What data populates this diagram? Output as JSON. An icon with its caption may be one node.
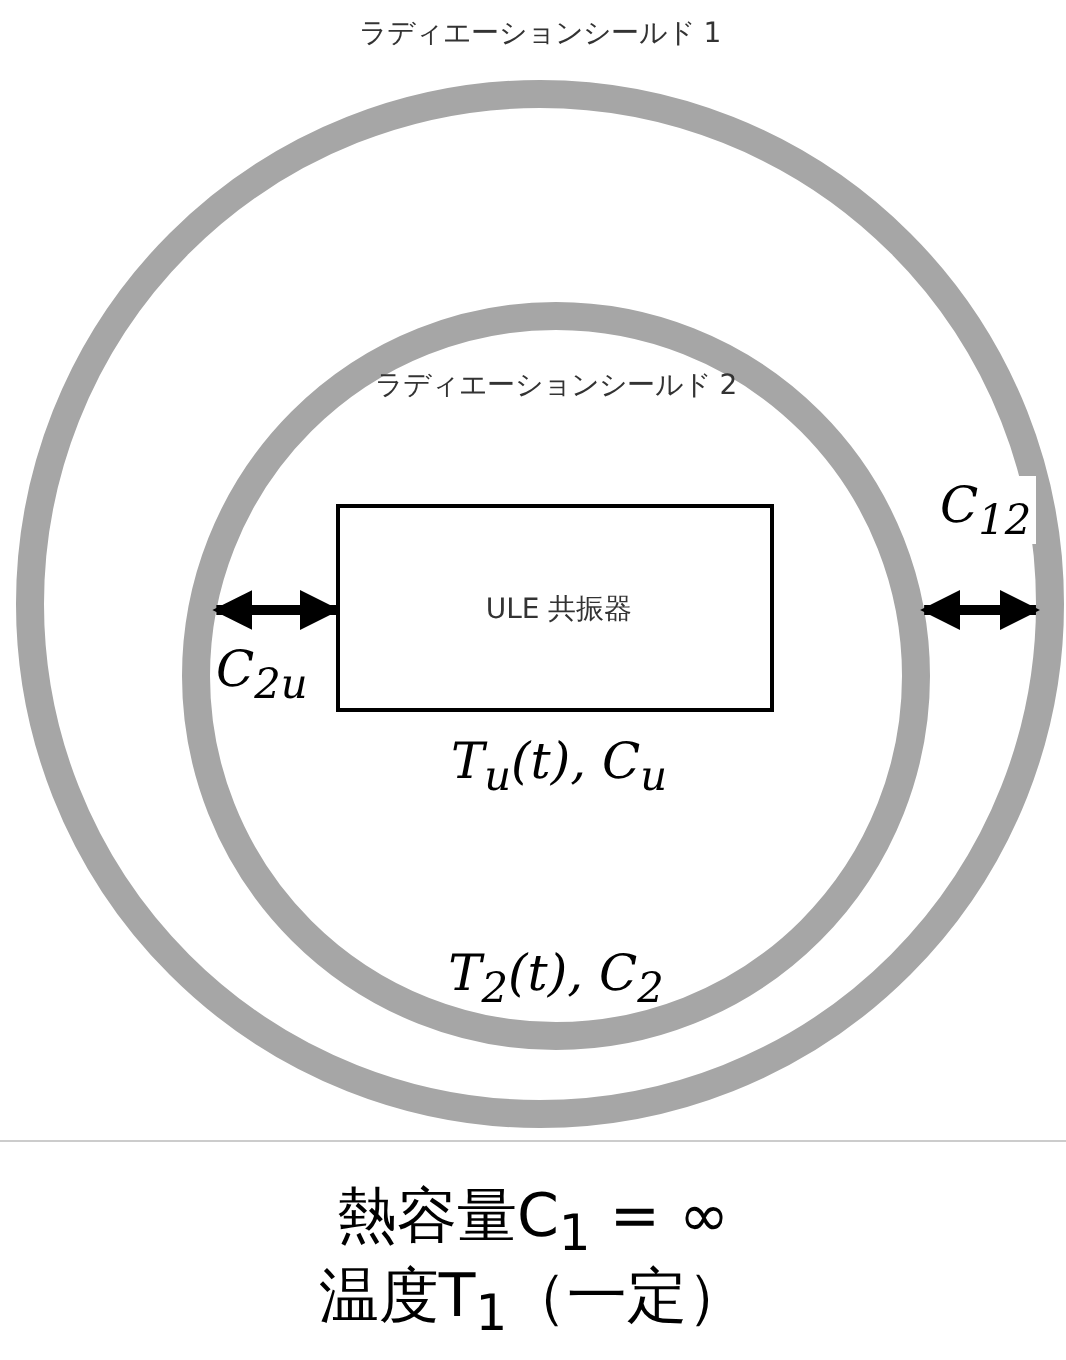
{
  "diagram": {
    "nodes": [
      {
        "text": [
          "ラディエーションシールド 1"
        ]
      },
      {
        "text": [
          "ラディエーションシールド 2",
          "T$_{2}$(t), C$_{2}$"
        ],
        "in": 0
      },
      {
        "text": [
          "ULE 共振器"
        ],
        "in": 1,
        "beside": [
          "T$_{u}$(t), C$_{u}$"
        ]
      }
    ],
    "edges": [
      {
        "from": 1,
        "to": 2,
        "arrow": "both",
        "label": "C$_{2u}$"
      },
      {
        "from": 1,
        "to": 0,
        "arrow": "both",
        "label": "C$_{12}$"
      }
    ],
    "labels": [
      "熱容量C$_{1}$ = ∞",
      "温度T$_{1}$（一定）"
    ]
  }
}
